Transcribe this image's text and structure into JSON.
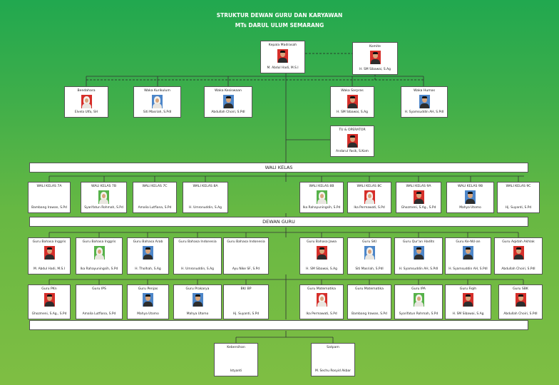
{
  "title_line1": "STRUKTUR DEWAN GURU DAN KARYAWAN",
  "title_line2": "MTs DARUL ULUM SEMARANG",
  "banners": {
    "wali_kelas": "WALI KELAS",
    "dewan_guru": "DEWAN GURU",
    "staff": ""
  },
  "colors": {
    "background_top": "#21a84f",
    "background_bottom": "#7fbe43",
    "photo_red": "#d62f2a",
    "photo_blue": "#4d86c9",
    "photo_green": "#56b24a"
  },
  "nodes": {
    "kepala": {
      "role": "Kepala Madrasah",
      "name": "M. Abdul Hadi, M.S.I",
      "photo": "red-male"
    },
    "komite": {
      "role": "Komite",
      "name": "H. SM Sibawai, S.Ag",
      "photo": "red-male"
    },
    "bendahara": {
      "role": "Bendahara",
      "name": "Elvela Ulfa, SH",
      "photo": "red-female"
    },
    "waka_kurikulum": {
      "role": "Waka Kurikulum",
      "name": "Siti Masriah, S.PdI",
      "photo": "blue-female"
    },
    "waka_kesiswaan": {
      "role": "Waka Kesiswaan",
      "name": "Abdullah Choiri, S.PdI",
      "photo": "blue-male"
    },
    "waka_sarpras": {
      "role": "Waka Sarpras",
      "name": "H. SM Sibawai, S.Ag",
      "photo": "red-male"
    },
    "waka_humas": {
      "role": "Waka Humas",
      "name": "H. Syamsuddin AH, S.PdI",
      "photo": "blue-male"
    },
    "tu_operator": {
      "role": "TU & OPERATOR",
      "name": "Andarul Yasik, S.Kom",
      "photo": "red-male"
    },
    "wk_7a": {
      "role": "WALI KELAS 7A",
      "name": "Bambang Irawan, S.Pd",
      "photo": ""
    },
    "wk_7b": {
      "role": "WALI KELAS 7B",
      "name": "Syarifatun Rohmah, S.Pd",
      "photo": "green-female"
    },
    "wk_7c": {
      "role": "WALI KELAS 7C",
      "name": "Amalia Lutfiana, S.Pd",
      "photo": ""
    },
    "wk_8a": {
      "role": "WALI KELAS 8A",
      "name": "H. Umronuddin, S.Ag",
      "photo": ""
    },
    "wk_8b": {
      "role": "WALI KELAS 8B",
      "name": "Ika Rahayuningsih, S.Pd",
      "photo": "green-female"
    },
    "wk_8c": {
      "role": "WALI KELAS 8C",
      "name": "Ika Permawati, S.Pd",
      "photo": "red-female"
    },
    "wk_9a": {
      "role": "WALI KELAS 9A",
      "name": "Ghozmeni, S.Ag., S.Pd",
      "photo": "red-male"
    },
    "wk_9b": {
      "role": "WALI KELAS 9B",
      "name": "Mahya Utomo",
      "photo": "blue-male"
    },
    "wk_9c": {
      "role": "WALI KELAS 9C",
      "name": "Hj. Suyanti, S.Pd",
      "photo": ""
    },
    "g_inggris1": {
      "role": "Guru Bahasa Inggris",
      "name": "M. Abdul Hadi, M.S.I",
      "photo": "red-male"
    },
    "g_inggris2": {
      "role": "Guru Bahasa Inggris",
      "name": "Ika Rahayuningsih, S.Pd",
      "photo": "green-female"
    },
    "g_arab": {
      "role": "Guru Bahasa Arab",
      "name": "H. Tholhah, S.Ag",
      "photo": "blue-male"
    },
    "g_indo1": {
      "role": "Guru Bahasa Indonesia",
      "name": "H. Umronuddin, S.Ag",
      "photo": ""
    },
    "g_indo2": {
      "role": "Guru Bahasa Indonesia",
      "name": "Ayu Nike SF, S.Pd",
      "photo": ""
    },
    "g_jawa": {
      "role": "Guru Bahasa Jawa",
      "name": "H. SM Sibawai, S.Ag",
      "photo": "red-male"
    },
    "g_ski": {
      "role": "Guru SKI",
      "name": "Siti Masriah, S.PdI",
      "photo": "blue-female"
    },
    "g_quran": {
      "role": "Guru Qur'an Hadits",
      "name": "H. Syamsuddin AH, S.PdI",
      "photo": "blue-male"
    },
    "g_kemu": {
      "role": "Guru Ke-NU-an",
      "name": "H. Syamsuddin AH, S.PdI",
      "photo": "blue-male"
    },
    "g_aqidah": {
      "role": "Guru Aqidah Akhlak",
      "name": "Abdullah Choiri, S.PdI",
      "photo": "red-male"
    },
    "g_pkn": {
      "role": "Guru PKn",
      "name": "Ghozmeni, S.Ag., S.Pd",
      "photo": "red-male"
    },
    "g_ips": {
      "role": "Guru IPS",
      "name": "Amalia Lutfiana, S.Pd",
      "photo": ""
    },
    "g_penjas": {
      "role": "Guru Penjas",
      "name": "Mahya Utomo",
      "photo": "blue-male"
    },
    "g_prakarya": {
      "role": "Guru Prakarya",
      "name": "Mahya Utomo",
      "photo": "blue-male"
    },
    "g_bkbp": {
      "role": "BK/ BP",
      "name": "Hj. Suyanti, S.Pd",
      "photo": ""
    },
    "g_mat1": {
      "role": "Guru Matematika",
      "name": "Ika Permawati, S.Pd",
      "photo": "red-female"
    },
    "g_mat2": {
      "role": "Guru Matematika",
      "name": "Bambang Irawan, S.Pd",
      "photo": ""
    },
    "g_ipa": {
      "role": "Guru IPA",
      "name": "Syarifatun Rohmah, S.Pd",
      "photo": "green-female"
    },
    "g_fiqih": {
      "role": "Guru Fiqih",
      "name": "H. SM Sibawai, S.Ag",
      "photo": "red-male"
    },
    "g_sbk": {
      "role": "Guru SBK",
      "name": "Abdullah Choiri, S.PdI",
      "photo": "red-male"
    },
    "kebersihan": {
      "role": "Kebersihan",
      "name": "Istyanti",
      "photo": ""
    },
    "satpam": {
      "role": "Satpam",
      "name": "M. Sechu Rosyid Akbar",
      "photo": ""
    }
  }
}
